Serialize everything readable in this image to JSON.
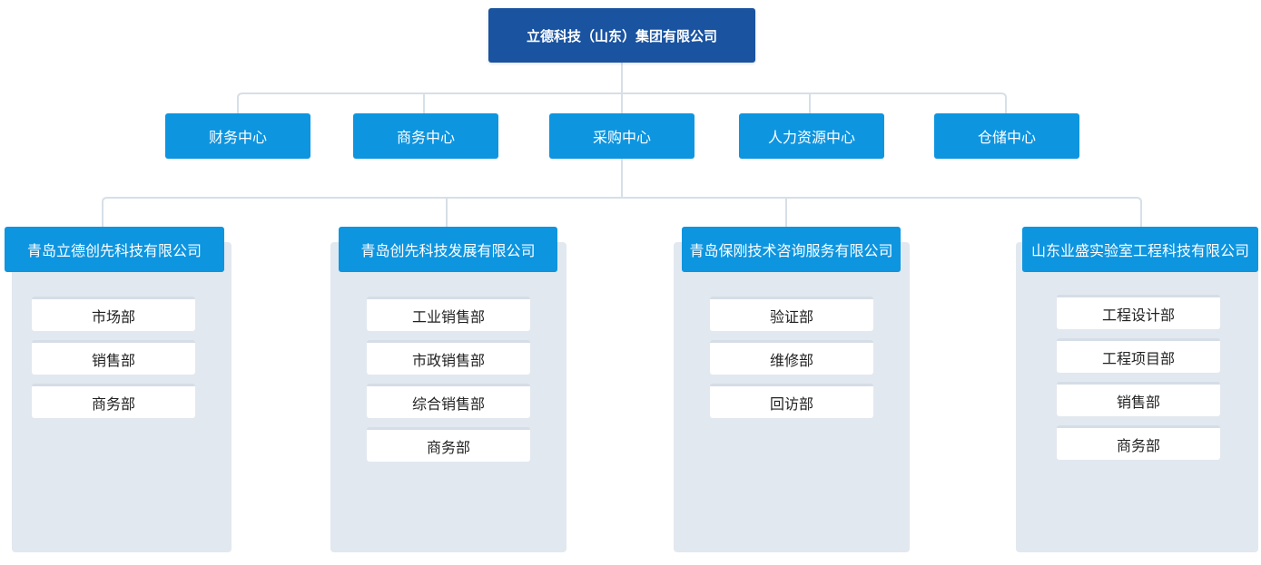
{
  "root": {
    "label": "立德科技（山东）集团有限公司"
  },
  "centers": [
    {
      "label": "财务中心"
    },
    {
      "label": "商务中心"
    },
    {
      "label": "采购中心"
    },
    {
      "label": "人力资源中心"
    },
    {
      "label": "仓储中心"
    }
  ],
  "subsidiaries": [
    {
      "label": "青岛立德创先科技有限公司",
      "departments": [
        "市场部",
        "销售部",
        "商务部"
      ]
    },
    {
      "label": "青岛创先科技发展有限公司",
      "departments": [
        "工业销售部",
        "市政销售部",
        "综合销售部",
        "商务部"
      ]
    },
    {
      "label": "青岛保刚技术咨询服务有限公司",
      "departments": [
        "验证部",
        "维修部",
        "回访部"
      ]
    },
    {
      "label": "山东业盛实验室工程科技有限公司",
      "departments": [
        "工程设计部",
        "工程项目部",
        "销售部",
        "商务部"
      ]
    }
  ],
  "colors": {
    "root_fill": "#1a53a0",
    "node_fill": "#0d95e0",
    "connector": "#d7dfe8",
    "panel_fill": "#e2e8ef"
  }
}
